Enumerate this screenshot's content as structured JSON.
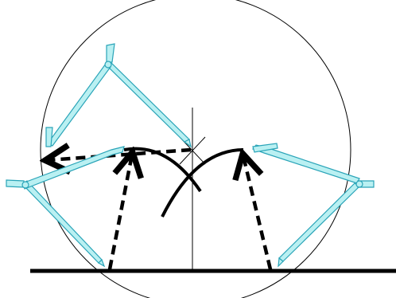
{
  "diagram": {
    "description_visible_text": [],
    "colors": {
      "background": "#ffffff",
      "line": "#000000",
      "compass_fill": "#b9f0f2",
      "compass_stroke": "#2aa4b8"
    },
    "elements": [
      "large-circle",
      "baseline",
      "vertical-axis",
      "intersection-cross",
      "left-arc",
      "right-arc",
      "left-upright-compass",
      "left-top-compass",
      "right-compass",
      "dashed-arrows"
    ]
  }
}
